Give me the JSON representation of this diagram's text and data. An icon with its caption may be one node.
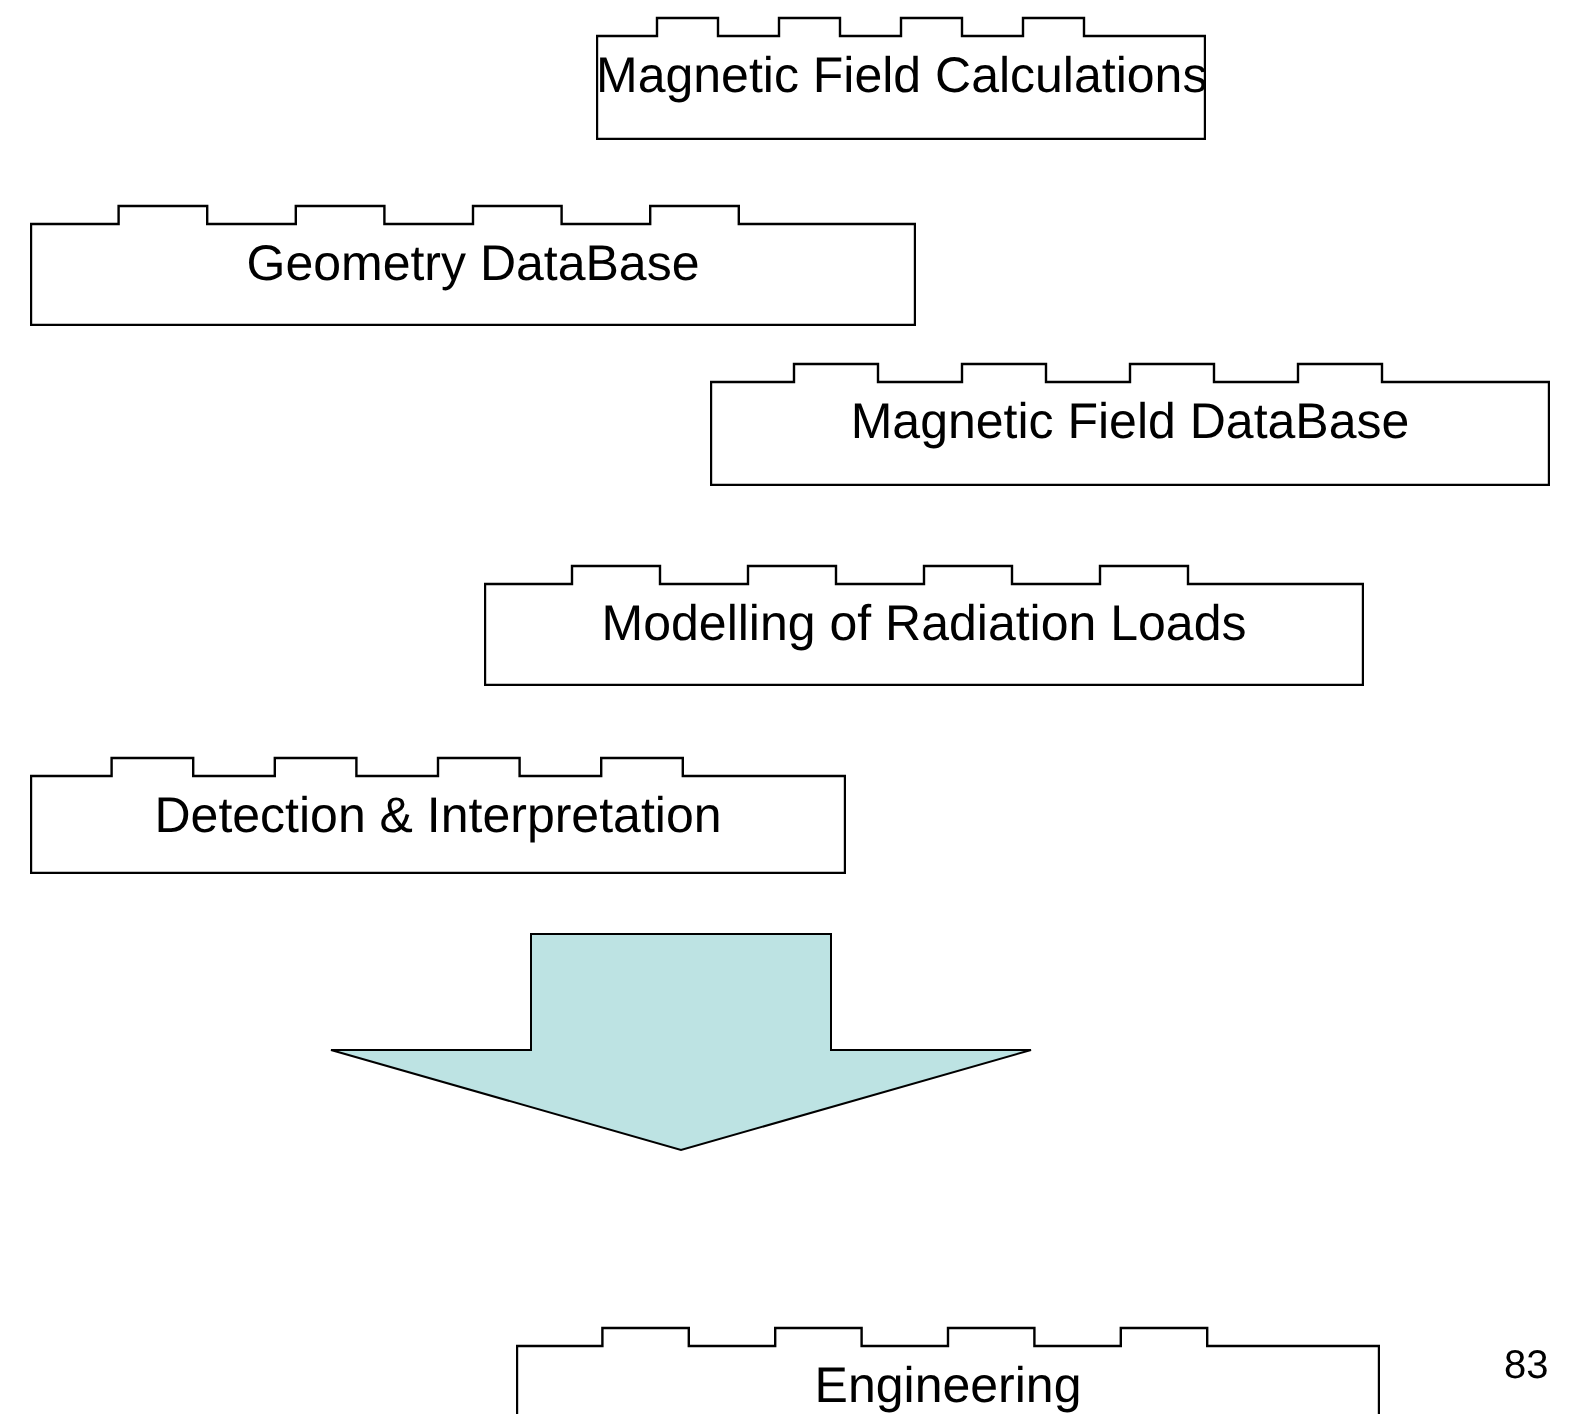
{
  "diagram": {
    "nodes": [
      {
        "text": [
          "Magnetic Field Calculations"
        ]
      },
      {
        "text": [
          "Geometry DataBase"
        ]
      },
      {
        "text": [
          "Magnetic Field DataBase"
        ]
      },
      {
        "text": [
          "Modelling of Radiation Loads"
        ]
      },
      {
        "text": [
          "Detection & Interpretation"
        ]
      },
      {
        "text": [
          "Engineering"
        ]
      }
    ],
    "edges": [
      {
        "from": 4,
        "to": 5,
        "arrow": "to",
        "color": "#bde3e3"
      }
    ],
    "labels": [
      "83"
    ]
  }
}
